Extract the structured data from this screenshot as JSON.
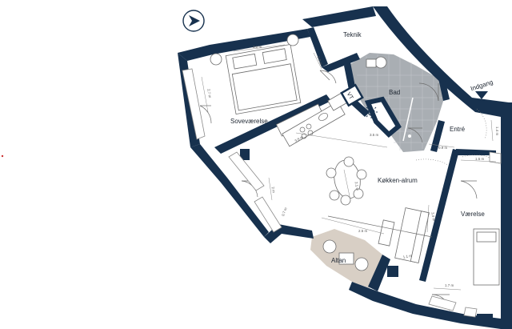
{
  "colors": {
    "wall": "#17314e",
    "floor_bathroom": "#a9aeb3",
    "floor_balcony": "#d8cfc5",
    "accent_mark": "#cc3333"
  },
  "icons": {
    "compass": "north-arrow-icon",
    "entrance": "entrance-arrow-icon",
    "ventilation": "ventilation-icon",
    "sun": "sun-icon"
  },
  "rooms": {
    "teknik": "Teknik",
    "bad": "Bad",
    "sovevaerelse": "Soveværelse",
    "entre": "Entré",
    "indgang": "Indgang",
    "kokken_alrum": "Køkken-alrum",
    "vaerelse": "Værelse",
    "altan": "Altan",
    "vt": "VT"
  },
  "dimensions": {
    "bed_width": "3.5 m",
    "bedroom_side": "2.7 m",
    "bedroom_corner": "0.9 m",
    "kitchen_top": "3.5 m",
    "kitchen_counter": "3.8 m",
    "table": "2.1 m",
    "kitchen_left": "2 m",
    "kitchen_low": "0.7 m",
    "kitchen_bottom": "2.5 m",
    "sofa": "3.4 m",
    "living_lower": "1.1 m",
    "entre_width": "0.9 m",
    "entre_side": "1.4 m",
    "vaerelse_top": "1.5 m",
    "vaerelse_bottom": "1.7 m"
  }
}
